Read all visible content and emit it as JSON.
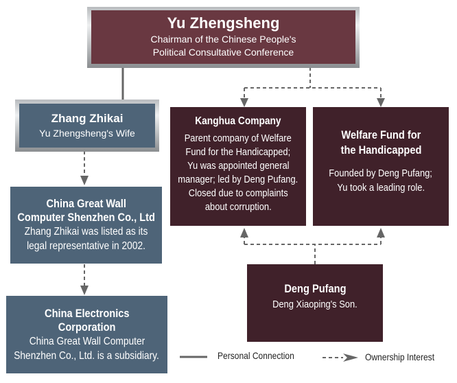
{
  "root": {
    "name": "Yu Zhengsheng",
    "desc_lines": [
      "Chairman of the Chinese People's",
      "Political Consultative Conference"
    ]
  },
  "wife": {
    "name": "Zhang Zhikai",
    "desc": "Yu Zhengsheng's Wife"
  },
  "great_wall": {
    "name_lines": [
      "China Great Wall",
      "Computer Shenzhen Co., Ltd"
    ],
    "desc_lines": [
      "Zhang Zhikai was listed as its",
      "legal representative in 2002."
    ]
  },
  "cec": {
    "name_lines": [
      "China Electronics",
      "Corporation"
    ],
    "desc_lines": [
      "China Great Wall Computer",
      "Shenzhen Co., Ltd. is a subsidiary."
    ]
  },
  "kanghua": {
    "name": "Kanghua Company",
    "desc_lines": [
      "Parent company of Welfare",
      "Fund for the Handicapped;",
      "Yu was appointed general",
      "manager; led by Deng Pufang.",
      "Closed due to complaints",
      "about corruption."
    ]
  },
  "welfare": {
    "name_lines": [
      "Welfare Fund for",
      "the Handicapped"
    ],
    "desc_lines": [
      "Founded by Deng Pufang;",
      "Yu took a leading role."
    ]
  },
  "deng": {
    "name": "Deng Pufang",
    "desc": "Deng Xiaoping's Son."
  },
  "legend": {
    "personal": "Personal Connection",
    "ownership": "Ownership Interest"
  },
  "colors": {
    "root": "#693841",
    "dark": "#40212a",
    "slate": "#4e6478",
    "connector": "#666666"
  }
}
